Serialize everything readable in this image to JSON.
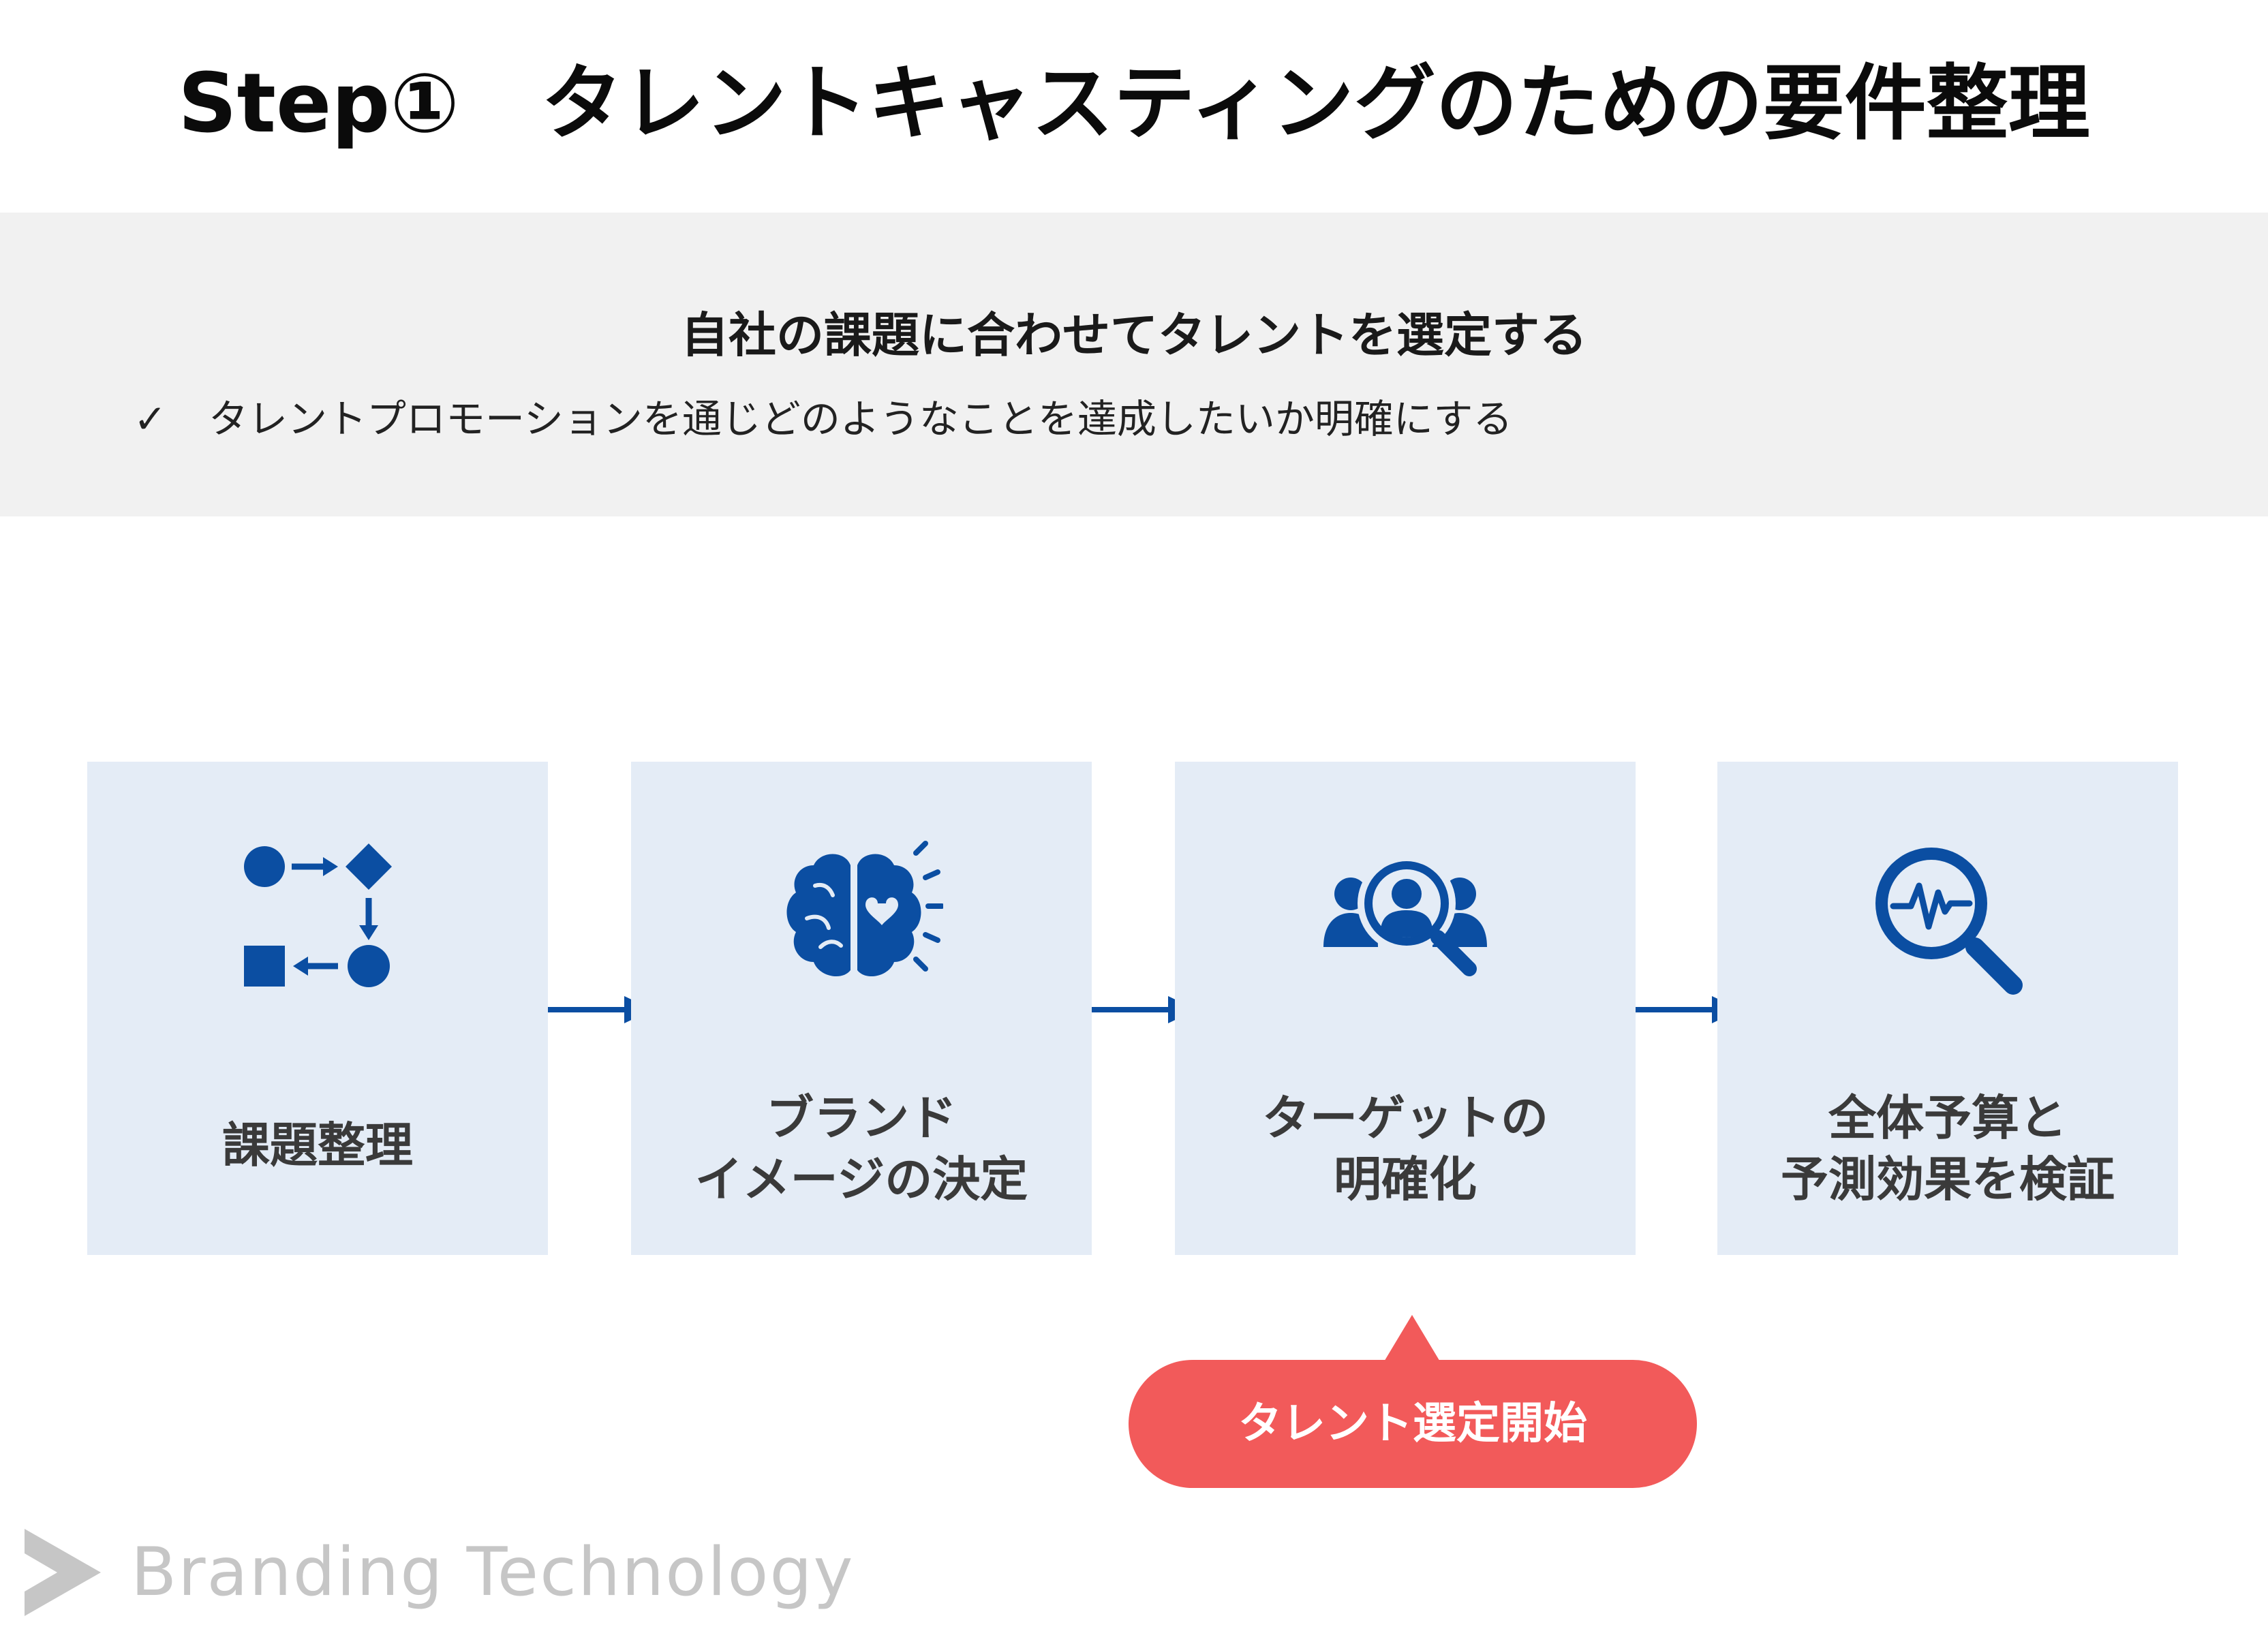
{
  "title": "Step①　タレントキャスティングのための要件整理",
  "summary": {
    "heading": "自社の課題に合わせてタレントを選定する",
    "check_mark": "✓",
    "point": "タレントプロモーションを通じどのようなことを達成したいか明確にする"
  },
  "steps": [
    {
      "icon": "process-flow-icon",
      "label_lines": [
        "課題整理"
      ]
    },
    {
      "icon": "brain-heart-icon",
      "label_lines": [
        "ブランド",
        "イメージの決定"
      ]
    },
    {
      "icon": "audience-search-icon",
      "label_lines": [
        "ターゲットの",
        "明確化"
      ]
    },
    {
      "icon": "analytics-magnifier-icon",
      "label_lines": [
        "全体予算と",
        "予測効果を検証"
      ]
    }
  ],
  "callout": {
    "text": "タレント選定開始"
  },
  "brand": {
    "logo_text": "Branding Technology"
  },
  "colors": {
    "icon_blue": "#0b4ea2",
    "box_fill": "#e4ecf6",
    "band_gray": "#f1f1f1",
    "callout_red": "#f25a5a",
    "logo_gray": "#c6c6c6"
  }
}
